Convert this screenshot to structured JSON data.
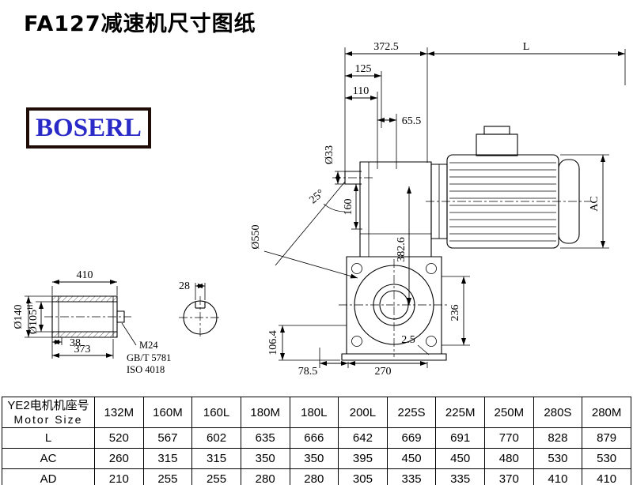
{
  "title": "FA127减速机尺寸图纸",
  "logo": "BOSERL",
  "dims": {
    "w3725": "372.5",
    "L": "L",
    "d125": "125",
    "d110": "110",
    "d655": "65.5",
    "d33": "Ø33",
    "d160": "160",
    "angle": "25°",
    "d550": "Ø550",
    "d3826": "382.6",
    "ac": "AC",
    "d236": "236",
    "d25": "2.5",
    "d1064": "106.4",
    "d785": "78.5",
    "d270": "270"
  },
  "shaft_detail": {
    "len": "410",
    "od": "Ø140",
    "bore": "Ø105",
    "bore_tol": "H7",
    "d38": "38",
    "d373": "373",
    "thread": "M24",
    "std1": "GB/T 5781",
    "std2": "ISO 4018",
    "key": "28"
  },
  "table": {
    "header_cn": "YE2电机机座号",
    "header_en": "Motor Size",
    "sizes": [
      "132M",
      "160M",
      "160L",
      "180M",
      "180L",
      "200L",
      "225S",
      "225M",
      "250M",
      "280S",
      "280M"
    ],
    "rows": [
      {
        "label": "L",
        "values": [
          520,
          567,
          602,
          635,
          666,
          642,
          669,
          691,
          770,
          828,
          879
        ]
      },
      {
        "label": "AC",
        "values": [
          260,
          315,
          315,
          350,
          350,
          395,
          450,
          450,
          480,
          530,
          530
        ]
      },
      {
        "label": "AD",
        "values": [
          210,
          255,
          255,
          280,
          280,
          305,
          335,
          335,
          370,
          410,
          410
        ]
      }
    ]
  }
}
